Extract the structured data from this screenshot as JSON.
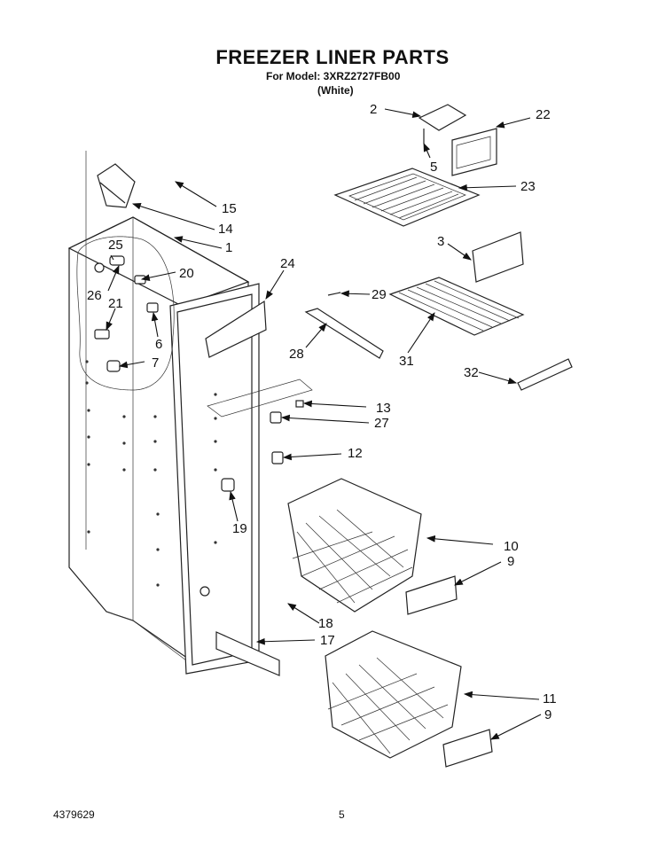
{
  "header": {
    "title": "FREEZER LINER PARTS",
    "model_line": "For Model: 3XRZ2727FB00",
    "color_line": "(White)"
  },
  "footer": {
    "doc_number": "4379629",
    "page_number": "5"
  },
  "callouts": [
    "2",
    "22",
    "5",
    "23",
    "3",
    "15",
    "14",
    "25",
    "1",
    "20",
    "26",
    "24",
    "29",
    "21",
    "6",
    "28",
    "31",
    "7",
    "32",
    "13",
    "27",
    "12",
    "19",
    "10",
    "9",
    "18",
    "17",
    "11",
    "9"
  ]
}
